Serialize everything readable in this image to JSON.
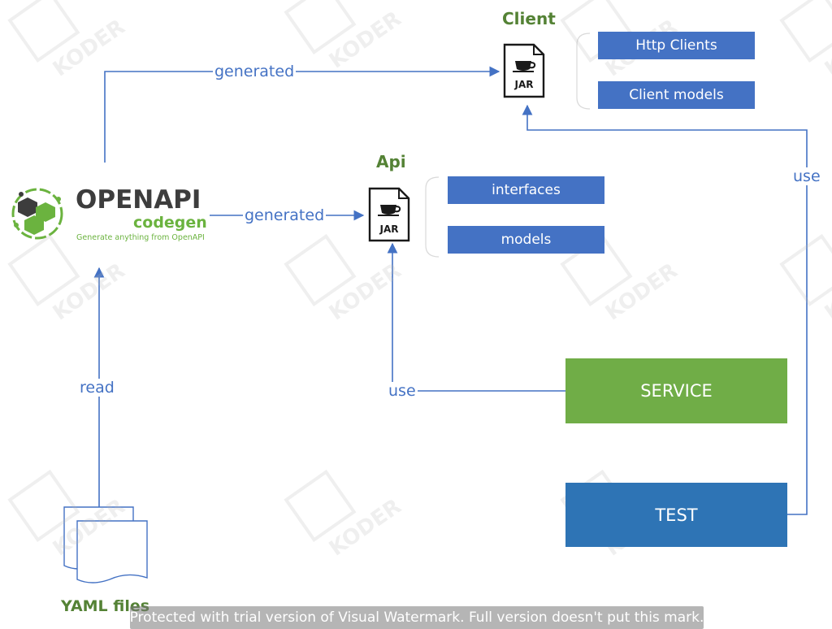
{
  "colors": {
    "connector": "#4472c4",
    "sub_box": "#4472c4",
    "service": "#70ad47",
    "test": "#2e74b5",
    "title_green": "#548235",
    "logo_green": "#6bb33f",
    "logo_dark": "#3d3d3d",
    "watermark": "#b8b8b8"
  },
  "logo": {
    "title": "OPENAPI",
    "subtitle": "codegen",
    "tagline": "Generate anything from OpenAPI"
  },
  "client": {
    "title": "Client",
    "jar_label": "JAR",
    "items": [
      "Http Clients",
      "Client models"
    ]
  },
  "api": {
    "title": "Api",
    "jar_label": "JAR",
    "items": [
      "interfaces",
      "models"
    ]
  },
  "service": {
    "label": "SERVICE"
  },
  "test": {
    "label": "TEST"
  },
  "yaml": {
    "label": "YAML files"
  },
  "edges": {
    "generated_client": "generated",
    "generated_api": "generated",
    "read": "read",
    "use_service": "use",
    "use_test": "use"
  },
  "watermark": {
    "text": "KODER",
    "caption": "Protected with trial version of Visual Watermark. Full version doesn't put this mark."
  }
}
